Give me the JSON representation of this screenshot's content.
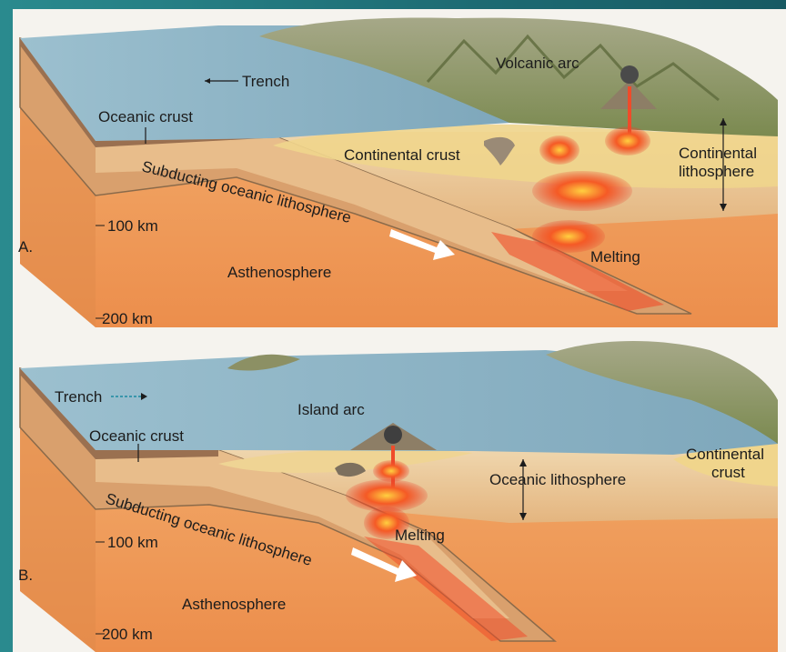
{
  "panel_a": {
    "letter": "A.",
    "trench": "Trench",
    "volcanic_arc": "Volcanic arc",
    "oceanic_crust": "Oceanic crust",
    "continental_crust": "Continental crust",
    "continental_lithosphere_1": "Continental",
    "continental_lithosphere_2": "lithosphere",
    "subducting": "Subducting oceanic lithosphere",
    "depth_100": "100 km",
    "depth_200": "200 km",
    "asthenosphere": "Asthenosphere",
    "melting": "Melting"
  },
  "panel_b": {
    "letter": "B.",
    "trench": "Trench",
    "island_arc": "Island arc",
    "oceanic_crust": "Oceanic crust",
    "continental_crust_1": "Continental",
    "continental_crust_2": "crust",
    "oceanic_lithosphere": "Oceanic lithosphere",
    "subducting": "Subducting oceanic lithosphere",
    "depth_100": "100 km",
    "depth_200": "200 km",
    "asthenosphere": "Asthenosphere",
    "melting": "Melting"
  },
  "colors": {
    "ocean": "#8fb6c8",
    "land": "#8a9a5a",
    "lithosphere": "#e8c89a",
    "asthenosphere": "#f0a060",
    "magma": "#f04020"
  }
}
